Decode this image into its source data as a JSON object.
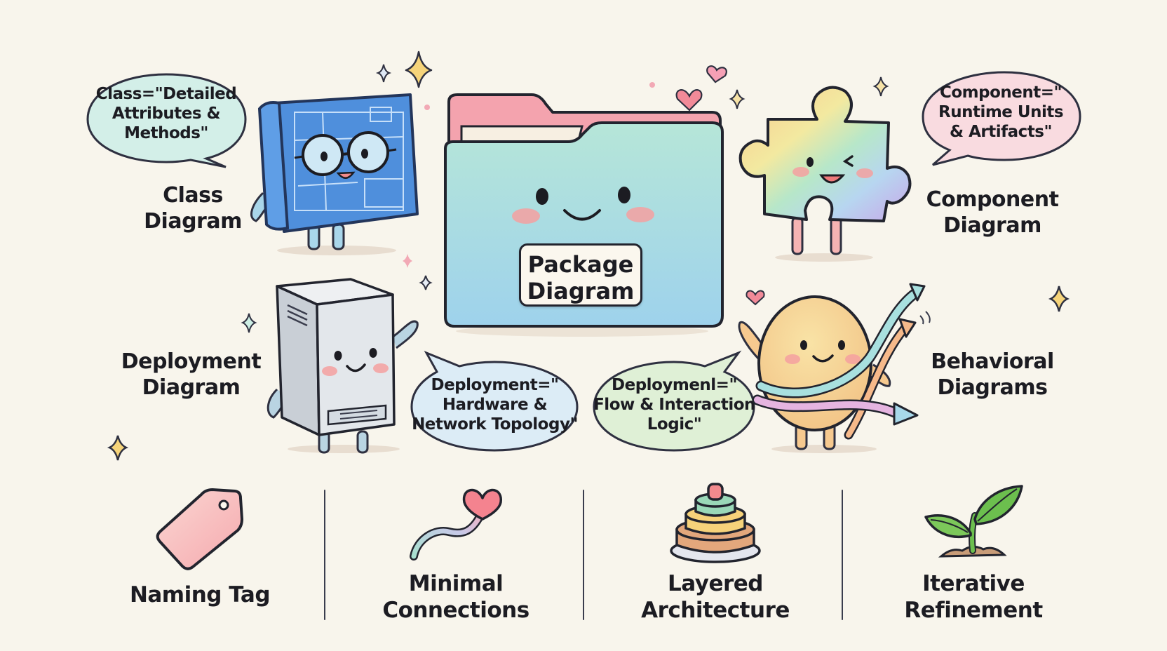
{
  "center": {
    "title_line1": "Package",
    "title_line2": "Diagram",
    "icon": "folder-icon"
  },
  "characters": [
    {
      "id": "class",
      "label_line1": "Class",
      "label_line2": "Diagram",
      "icon": "blueprint-icon",
      "bubble": {
        "lines": [
          "Class=\"Detailed",
          "Attributes &",
          "Methods\""
        ],
        "color": "#d3efe8"
      }
    },
    {
      "id": "component",
      "label_line1": "Component",
      "label_line2": "Diagram",
      "icon": "puzzle-piece-icon",
      "bubble": {
        "lines": [
          "Component=\"",
          "Runtime Units",
          "& Artifacts\""
        ],
        "color": "#f9dbe0"
      }
    },
    {
      "id": "deployment",
      "label_line1": "Deployment",
      "label_line2": "Diagram",
      "icon": "server-icon",
      "bubble": {
        "lines": [
          "Deployment=\"",
          "Hardware &",
          "Network Topology\""
        ],
        "color": "#dcecf6"
      }
    },
    {
      "id": "behavioral",
      "label_line1": "Behavioral",
      "label_line2": "Diagrams",
      "icon": "flow-arrows-icon",
      "bubble": {
        "lines": [
          "Deploymenl=\"",
          "Flow & Interaction",
          "Logic\""
        ],
        "color": "#dff0d6"
      }
    }
  ],
  "principles": [
    {
      "line1": "Naming Tag",
      "line2": "",
      "icon": "tag-icon"
    },
    {
      "line1": "Minimal",
      "line2": "Connections",
      "icon": "heart-string-icon"
    },
    {
      "line1": "Layered",
      "line2": "Architecture",
      "icon": "layered-cake-icon"
    },
    {
      "line1": "Iterative",
      "line2": "Refinement",
      "icon": "sprout-icon"
    }
  ],
  "colors": {
    "background": "#f8f5ec",
    "outline": "#22242e",
    "folder_back": "#f4a3ae",
    "folder_front_top": "#b6e6d8",
    "folder_front_bottom": "#9ed2ec",
    "blueprint": "#4f8fdc",
    "sparkle_gold": "#f6d47a"
  }
}
